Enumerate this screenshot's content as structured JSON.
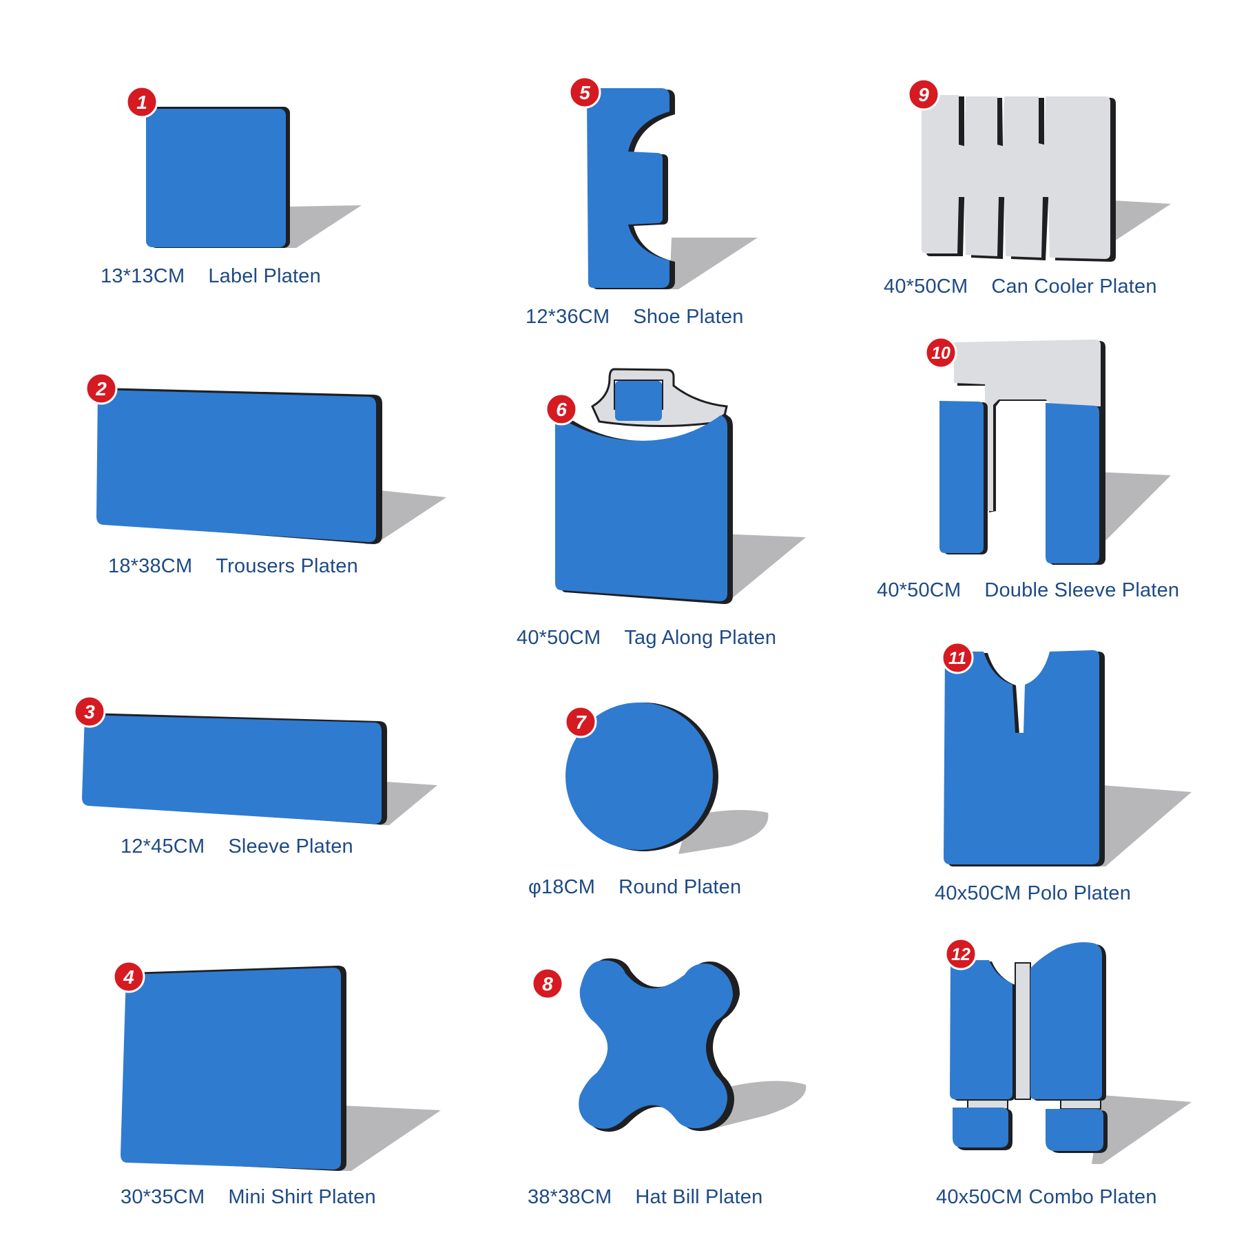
{
  "colors": {
    "platen_blue": "#2f7bd0",
    "platen_edge": "#1f1f22",
    "aluminum": "#dcdde0",
    "shadow": "#b7b7b9",
    "badge_red": "#d51a22",
    "caption_blue": "#1e4a85"
  },
  "platens": [
    {
      "number": "1",
      "size": "13*13CM",
      "name": "Label Platen"
    },
    {
      "number": "2",
      "size": "18*38CM",
      "name": "Trousers Platen"
    },
    {
      "number": "3",
      "size": "12*45CM",
      "name": "Sleeve Platen"
    },
    {
      "number": "4",
      "size": "30*35CM",
      "name": "Mini Shirt Platen"
    },
    {
      "number": "5",
      "size": "12*36CM",
      "name": "Shoe Platen"
    },
    {
      "number": "6",
      "size": "40*50CM",
      "name": "Tag Along Platen"
    },
    {
      "number": "7",
      "size": "φ18CM",
      "name": "Round Platen"
    },
    {
      "number": "8",
      "size": "38*38CM",
      "name": "Hat Bill Platen"
    },
    {
      "number": "9",
      "size": "40*50CM",
      "name": "Can Cooler Platen"
    },
    {
      "number": "10",
      "size": "40*50CM",
      "name": "Double Sleeve Platen"
    },
    {
      "number": "11",
      "size": "40x50CM",
      "name": "Polo Platen"
    },
    {
      "number": "12",
      "size": "40x50CM",
      "name": "Combo Platen"
    }
  ]
}
